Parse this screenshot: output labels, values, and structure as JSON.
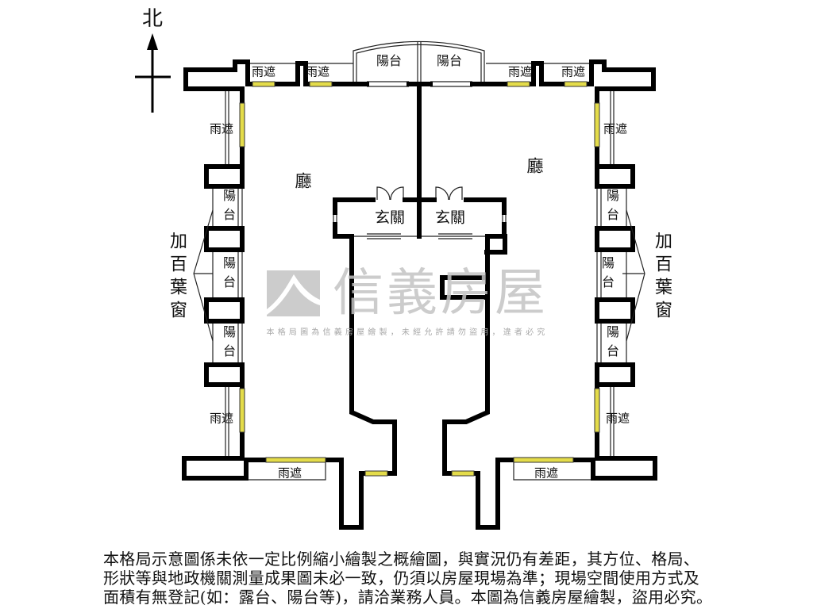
{
  "north_label": "北",
  "balconies_top": [
    "陽台",
    "陽台"
  ],
  "awnings": {
    "top": [
      "雨遮",
      "雨遮",
      "雨遮",
      "雨遮"
    ],
    "left": [
      "雨遮",
      "雨遮"
    ],
    "right": [
      "雨遮",
      "雨遮"
    ],
    "bottom": [
      "雨遮",
      "雨遮"
    ]
  },
  "rooms": {
    "left_living": "廳",
    "right_living": "廳",
    "left_entry": "玄關",
    "right_entry": "玄關"
  },
  "side_balconies": {
    "left": [
      "陽台",
      "陽台",
      "陽台"
    ],
    "right": [
      "陽台",
      "陽台",
      "陽台"
    ]
  },
  "louver_note": {
    "left": "加百葉窗",
    "right": "加百葉窗"
  },
  "watermark": {
    "brand": "信義房屋",
    "notice": "本格局圖為信義房屋繪製，未經允許請勿盜用，違者必究"
  },
  "disclaimer": [
    "本格局示意圖係未依一定比例縮小繪製之概繪圖，與實況仍有差距，其方位、格局、",
    "形狀等與地政機關測量成果圖未必一致，仍須以房屋現場為準；現場空間使用方式及",
    "面積有無登記(如：露台、陽台等)，請洽業務人員。本圖為信義房屋繪製，盜用必究。"
  ],
  "colors": {
    "wall": "#000000",
    "window": "#e4dc4a",
    "watermark": "#c4c4c4"
  },
  "icons": {
    "compass": "north-arrow-icon",
    "logo": "sinyi-logo-icon"
  }
}
